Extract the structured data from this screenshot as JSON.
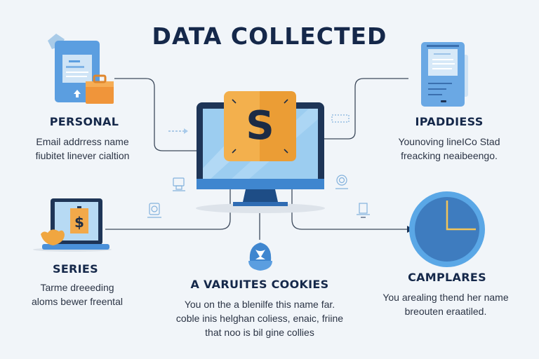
{
  "title": "DATA COLLECTED",
  "colors": {
    "background": "#f1f5f9",
    "title": "#15284a",
    "monitor_frame": "#1e3557",
    "screen": "#9ccdf0",
    "accent_orange": "#f0a640",
    "accent_blue": "#4a90d9",
    "connector": "#3d4a5c"
  },
  "center": {
    "name": "monitor",
    "icon": "dollar-card-icon",
    "glyph": "S"
  },
  "nodes": [
    {
      "id": "personal",
      "label": "PERSONAL",
      "icon": "tablet-with-briefcase-icon",
      "lines": [
        "Email addrress name",
        "fiubitet linever cialtion"
      ]
    },
    {
      "id": "ipaddress",
      "label": "IPADDIESS",
      "icon": "document-tablet-icon",
      "lines": [
        "Younoving lineICo Stad",
        "freacking neaibeengo."
      ]
    },
    {
      "id": "series",
      "label": "SERIES",
      "icon": "laptop-dollar-icon",
      "lines": [
        "Tarme dreeeding",
        "aloms bewer freental"
      ]
    },
    {
      "id": "cookies",
      "label": "A VARUITES COOKIES",
      "icon": "bell-cookie-icon",
      "lines": [
        "You on the a blenilfe this name far.",
        "coble inis helghan coliess, enaic, friine",
        "that noo is bil gine collies"
      ]
    },
    {
      "id": "camplares",
      "label": "CAMPLARES",
      "icon": "pie-clock-icon",
      "lines": [
        "You arealing thend her name",
        "breouten eraatiled."
      ]
    }
  ]
}
